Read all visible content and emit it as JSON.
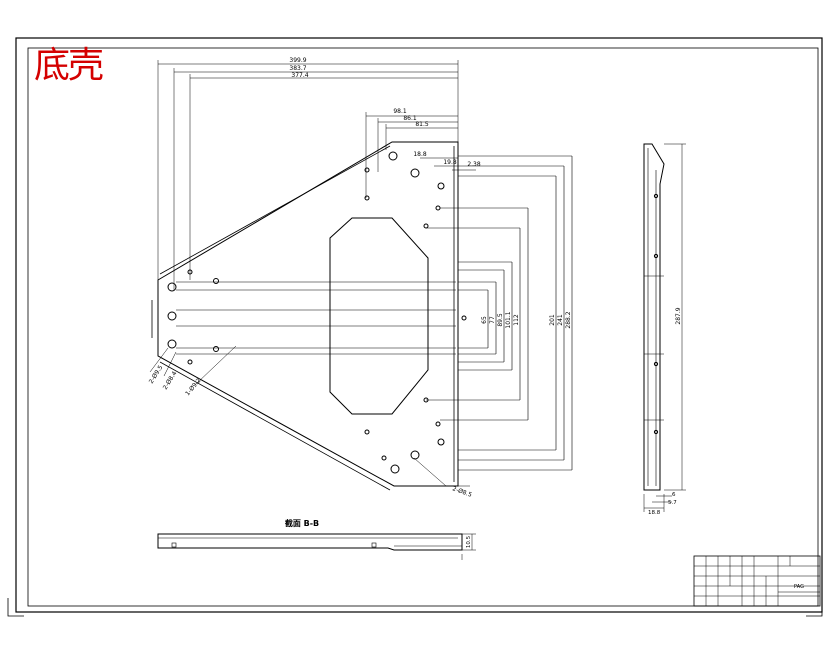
{
  "title": "底壳",
  "section_label": "截面 B-B",
  "dims_top": [
    "399.9",
    "383.7",
    "377.4"
  ],
  "dims_upper": [
    "98.1",
    "86.1",
    "81.5"
  ],
  "dims_small": [
    "18.8",
    "19.8",
    "2.38"
  ],
  "dims_vertical": [
    "65",
    "77",
    "89.5",
    "101.1",
    "112",
    "201",
    "241",
    "288.2"
  ],
  "dims_side": [
    "287.9",
    "6",
    "5.7",
    "18.8"
  ],
  "dims_holes": [
    "2-Ø9.5",
    "2-Ø8.4",
    "1-Ø9.2",
    "2-Ø8.5"
  ],
  "section_dims": [
    "10.5"
  ],
  "title_block_label": "PAG"
}
